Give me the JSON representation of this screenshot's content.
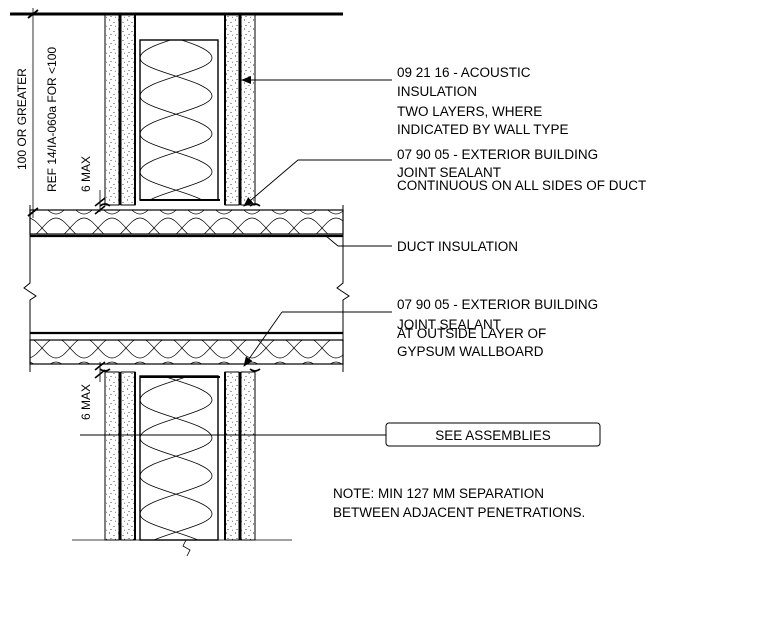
{
  "callouts": {
    "acoustic_line1": "09 21 16 - ACOUSTIC",
    "acoustic_line2": "INSULATION",
    "acoustic_line3": "TWO LAYERS, WHERE",
    "acoustic_line4": "INDICATED BY WALL TYPE",
    "sealant_top_line1": "07 90 05 - EXTERIOR BUILDING",
    "sealant_top_line2": "JOINT SEALANT",
    "sealant_top_line3": "CONTINUOUS ON ALL SIDES OF DUCT",
    "duct_insulation": "DUCT INSULATION",
    "sealant_bottom_line1": "07 90 05 - EXTERIOR BUILDING",
    "sealant_bottom_line2": "JOINT SEALANT",
    "sealant_bottom_line3": "AT OUTSIDE LAYER OF",
    "sealant_bottom_line4": "GYPSUM WALLBOARD",
    "see_assemblies": "SEE ASSEMBLIES",
    "note_line1": "NOTE: MIN 127 MM SEPARATION",
    "note_line2": "BETWEEN ADJACENT PENETRATIONS."
  },
  "dimensions": {
    "overall_line1": "100 OR GREATER",
    "overall_line2": "REF 14/IA-060a FOR <100",
    "gap_top": "6 MAX",
    "gap_bottom": "6 MAX"
  }
}
